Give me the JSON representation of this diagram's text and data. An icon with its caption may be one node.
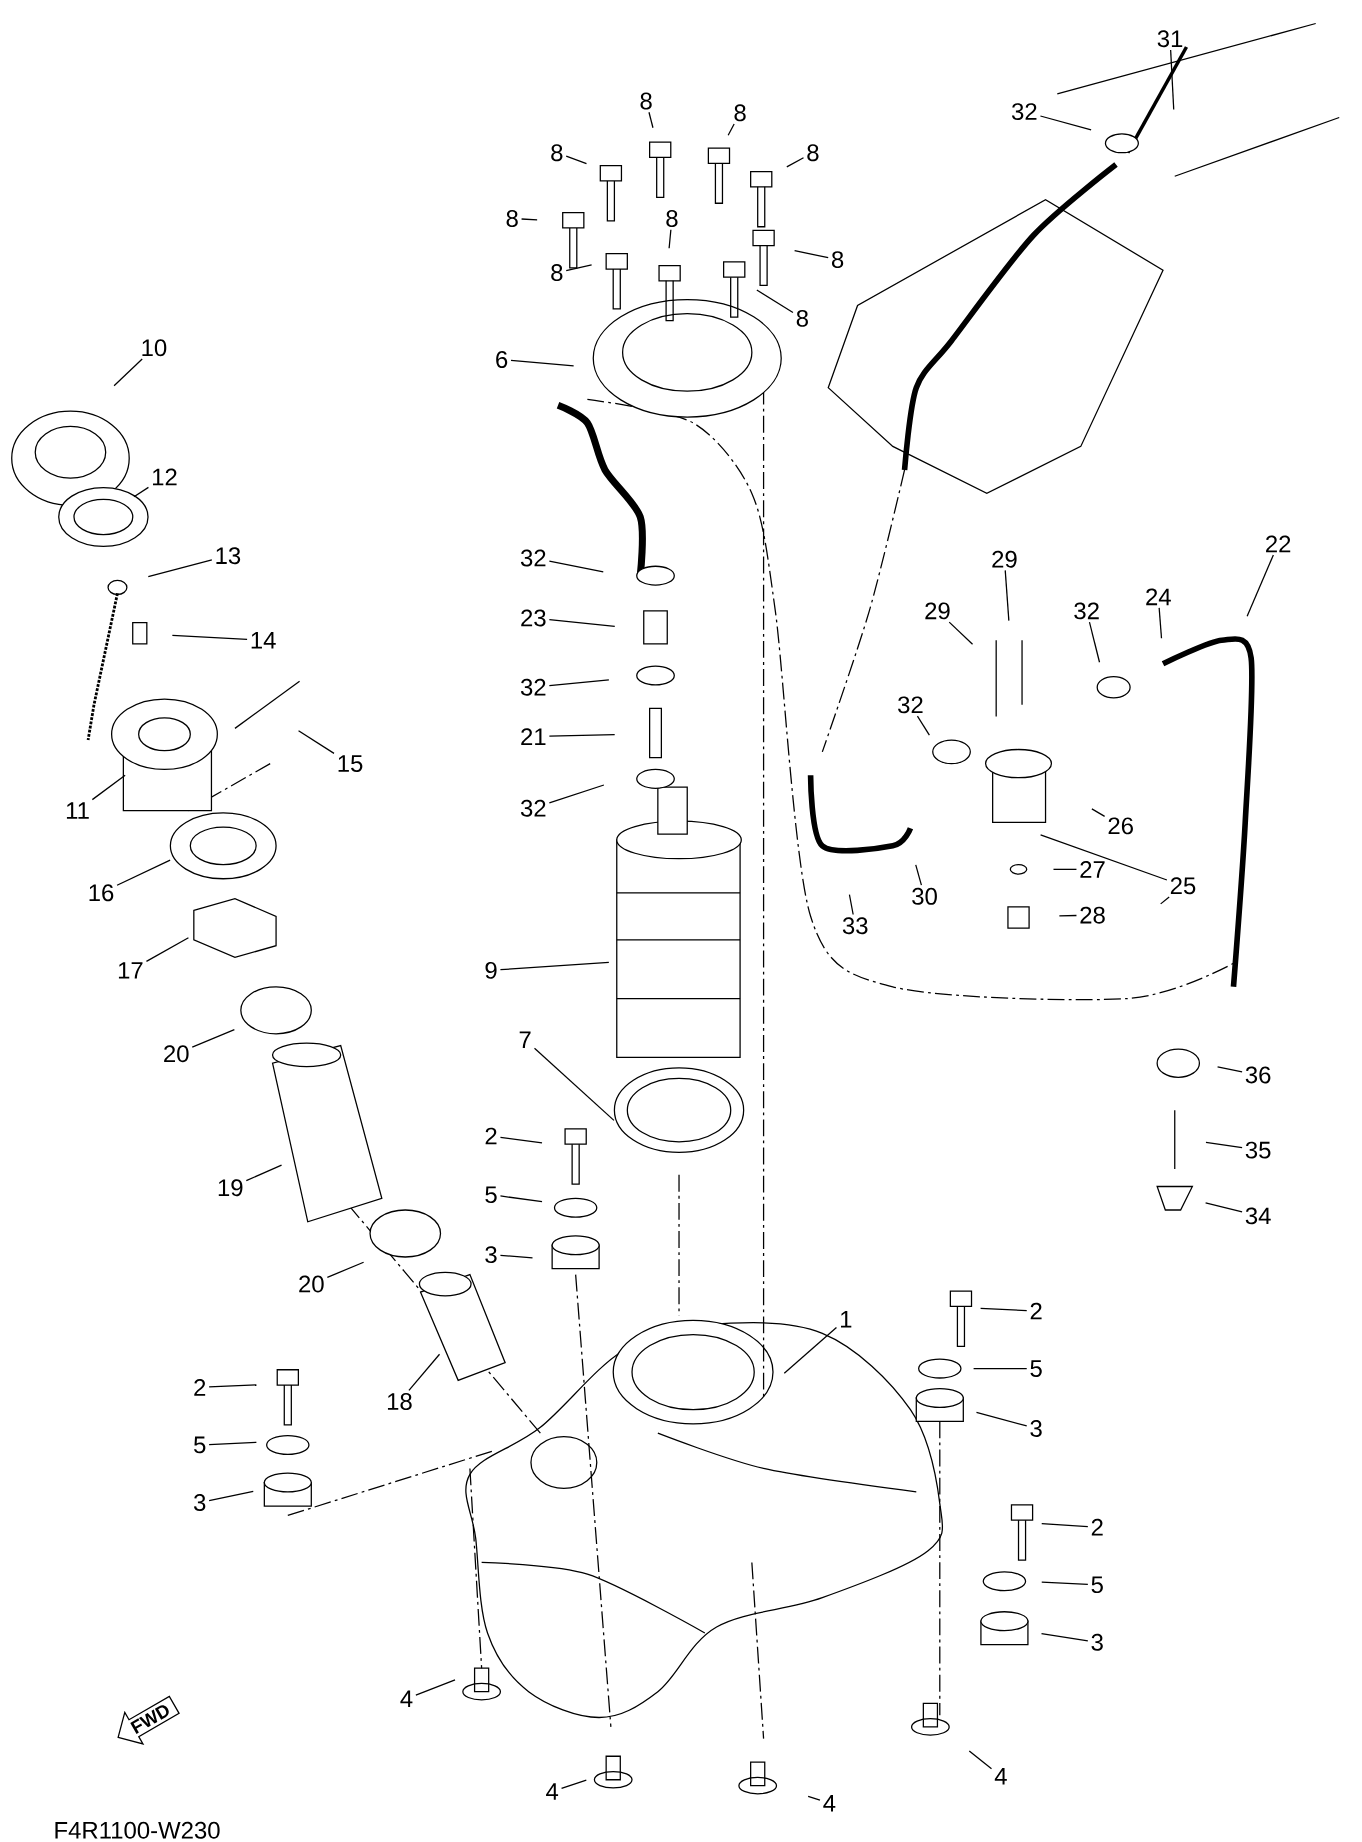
{
  "diagram": {
    "nodes": [
      {
        "text": [
          "1"
        ]
      },
      {
        "text": [
          "2"
        ]
      },
      {
        "text": [
          "2"
        ]
      },
      {
        "text": [
          "2"
        ]
      },
      {
        "text": [
          "2"
        ]
      },
      {
        "text": [
          "3"
        ]
      },
      {
        "text": [
          "3"
        ]
      },
      {
        "text": [
          "3"
        ]
      },
      {
        "text": [
          "3"
        ]
      },
      {
        "text": [
          "4"
        ]
      },
      {
        "text": [
          "4"
        ]
      },
      {
        "text": [
          "4"
        ]
      },
      {
        "text": [
          "4"
        ]
      },
      {
        "text": [
          "5"
        ]
      },
      {
        "text": [
          "5"
        ]
      },
      {
        "text": [
          "5"
        ]
      },
      {
        "text": [
          "5"
        ]
      },
      {
        "text": [
          "6"
        ]
      },
      {
        "text": [
          "7"
        ]
      },
      {
        "text": [
          "8"
        ]
      },
      {
        "text": [
          "8"
        ]
      },
      {
        "text": [
          "8"
        ]
      },
      {
        "text": [
          "8"
        ]
      },
      {
        "text": [
          "8"
        ]
      },
      {
        "text": [
          "8"
        ]
      },
      {
        "text": [
          "8"
        ]
      },
      {
        "text": [
          "8"
        ]
      },
      {
        "text": [
          "8"
        ]
      },
      {
        "text": [
          "9"
        ]
      },
      {
        "text": [
          "10"
        ]
      },
      {
        "text": [
          "11"
        ]
      },
      {
        "text": [
          "12"
        ]
      },
      {
        "text": [
          "13"
        ]
      },
      {
        "text": [
          "14"
        ]
      },
      {
        "text": [
          "15"
        ]
      },
      {
        "text": [
          "16"
        ]
      },
      {
        "text": [
          "17"
        ]
      },
      {
        "text": [
          "18"
        ]
      },
      {
        "text": [
          "19"
        ]
      },
      {
        "text": [
          "20"
        ]
      },
      {
        "text": [
          "20"
        ]
      },
      {
        "text": [
          "21"
        ]
      },
      {
        "text": [
          "22"
        ]
      },
      {
        "text": [
          "23"
        ]
      },
      {
        "text": [
          "24"
        ]
      },
      {
        "text": [
          "25"
        ]
      },
      {
        "text": [
          "26"
        ]
      },
      {
        "text": [
          "27"
        ]
      },
      {
        "text": [
          "28"
        ]
      },
      {
        "text": [
          "29"
        ]
      },
      {
        "text": [
          "29"
        ]
      },
      {
        "text": [
          "30"
        ]
      },
      {
        "text": [
          "31"
        ]
      },
      {
        "text": [
          "32"
        ]
      },
      {
        "text": [
          "32"
        ]
      },
      {
        "text": [
          "32"
        ]
      },
      {
        "text": [
          "32"
        ]
      },
      {
        "text": [
          "32"
        ]
      },
      {
        "text": [
          "32"
        ]
      },
      {
        "text": [
          "33"
        ]
      },
      {
        "text": [
          "34"
        ]
      },
      {
        "text": [
          "35"
        ]
      },
      {
        "text": [
          "36"
        ]
      },
      {
        "text": [
          "FWD"
        ]
      }
    ],
    "edges": [
      {
        "from": 0,
        "to": null,
        "arrow": "none"
      },
      {
        "from": 1,
        "to": null,
        "arrow": "none"
      },
      {
        "from": 2,
        "to": null,
        "arrow": "none"
      },
      {
        "from": 3,
        "to": null,
        "arrow": "none"
      },
      {
        "from": 4,
        "to": null,
        "arrow": "none"
      },
      {
        "from": 5,
        "to": null,
        "arrow": "none"
      },
      {
        "from": 6,
        "to": null,
        "arrow": "none"
      },
      {
        "from": 7,
        "to": null,
        "arrow": "none"
      },
      {
        "from": 8,
        "to": null,
        "arrow": "none"
      },
      {
        "from": 9,
        "to": null,
        "arrow": "none"
      },
      {
        "from": 10,
        "to": null,
        "arrow": "none"
      },
      {
        "from": 11,
        "to": null,
        "arrow": "none"
      },
      {
        "from": 12,
        "to": null,
        "arrow": "none"
      },
      {
        "from": 13,
        "to": null,
        "arrow": "none"
      },
      {
        "from": 14,
        "to": null,
        "arrow": "none"
      },
      {
        "from": 15,
        "to": null,
        "arrow": "none"
      },
      {
        "from": 16,
        "to": null,
        "arrow": "none"
      },
      {
        "from": 17,
        "to": null,
        "arrow": "none"
      },
      {
        "from": 18,
        "to": null,
        "arrow": "none"
      },
      {
        "from": 19,
        "to": null,
        "arrow": "none"
      },
      {
        "from": 20,
        "to": null,
        "arrow": "none"
      },
      {
        "from": 21,
        "to": null,
        "arrow": "none"
      },
      {
        "from": 22,
        "to": null,
        "arrow": "none"
      },
      {
        "from": 23,
        "to": null,
        "arrow": "none"
      },
      {
        "from": 24,
        "to": null,
        "arrow": "none"
      },
      {
        "from": 25,
        "to": null,
        "arrow": "none"
      },
      {
        "from": 26,
        "to": null,
        "arrow": "none"
      },
      {
        "from": 27,
        "to": null,
        "arrow": "none"
      },
      {
        "from": 28,
        "to": null,
        "arrow": "none"
      },
      {
        "from": 29,
        "to": null,
        "arrow": "none"
      },
      {
        "from": 30,
        "to": null,
        "arrow": "none"
      },
      {
        "from": 31,
        "to": null,
        "arrow": "none"
      },
      {
        "from": 32,
        "to": null,
        "arrow": "none"
      },
      {
        "from": 33,
        "to": null,
        "arrow": "none"
      },
      {
        "from": 34,
        "to": null,
        "arrow": "none"
      },
      {
        "from": 35,
        "to": null,
        "arrow": "none"
      },
      {
        "from": 36,
        "to": null,
        "arrow": "none"
      },
      {
        "from": 37,
        "to": null,
        "arrow": "none"
      },
      {
        "from": 38,
        "to": null,
        "arrow": "none"
      },
      {
        "from": 39,
        "to": null,
        "arrow": "none"
      },
      {
        "from": 40,
        "to": null,
        "arrow": "none"
      },
      {
        "from": 41,
        "to": null,
        "arrow": "none"
      },
      {
        "from": 42,
        "to": null,
        "arrow": "none"
      },
      {
        "from": 43,
        "to": null,
        "arrow": "none"
      },
      {
        "from": 44,
        "to": null,
        "arrow": "none"
      },
      {
        "from": 45,
        "to": null,
        "arrow": "none"
      },
      {
        "from": 45,
        "to": null,
        "arrow": "none"
      },
      {
        "from": 46,
        "to": null,
        "arrow": "none"
      },
      {
        "from": 47,
        "to": null,
        "arrow": "none"
      },
      {
        "from": 48,
        "to": null,
        "arrow": "none"
      },
      {
        "from": 49,
        "to": null,
        "arrow": "none"
      },
      {
        "from": 50,
        "to": null,
        "arrow": "none"
      },
      {
        "from": 51,
        "to": null,
        "arrow": "none"
      },
      {
        "from": 52,
        "to": null,
        "arrow": "none"
      },
      {
        "from": 53,
        "to": null,
        "arrow": "none"
      },
      {
        "from": 54,
        "to": null,
        "arrow": "none"
      },
      {
        "from": 55,
        "to": null,
        "arrow": "none"
      },
      {
        "from": 56,
        "to": null,
        "arrow": "none"
      },
      {
        "from": 57,
        "to": null,
        "arrow": "none"
      },
      {
        "from": 58,
        "to": null,
        "arrow": "none"
      },
      {
        "from": 59,
        "to": null,
        "arrow": "none"
      },
      {
        "from": 60,
        "to": null,
        "arrow": "none"
      },
      {
        "from": 61,
        "to": null,
        "arrow": "none"
      },
      {
        "from": 62,
        "to": null,
        "arrow": "none"
      }
    ],
    "labels": [
      "F4R1100-W230"
    ]
  }
}
